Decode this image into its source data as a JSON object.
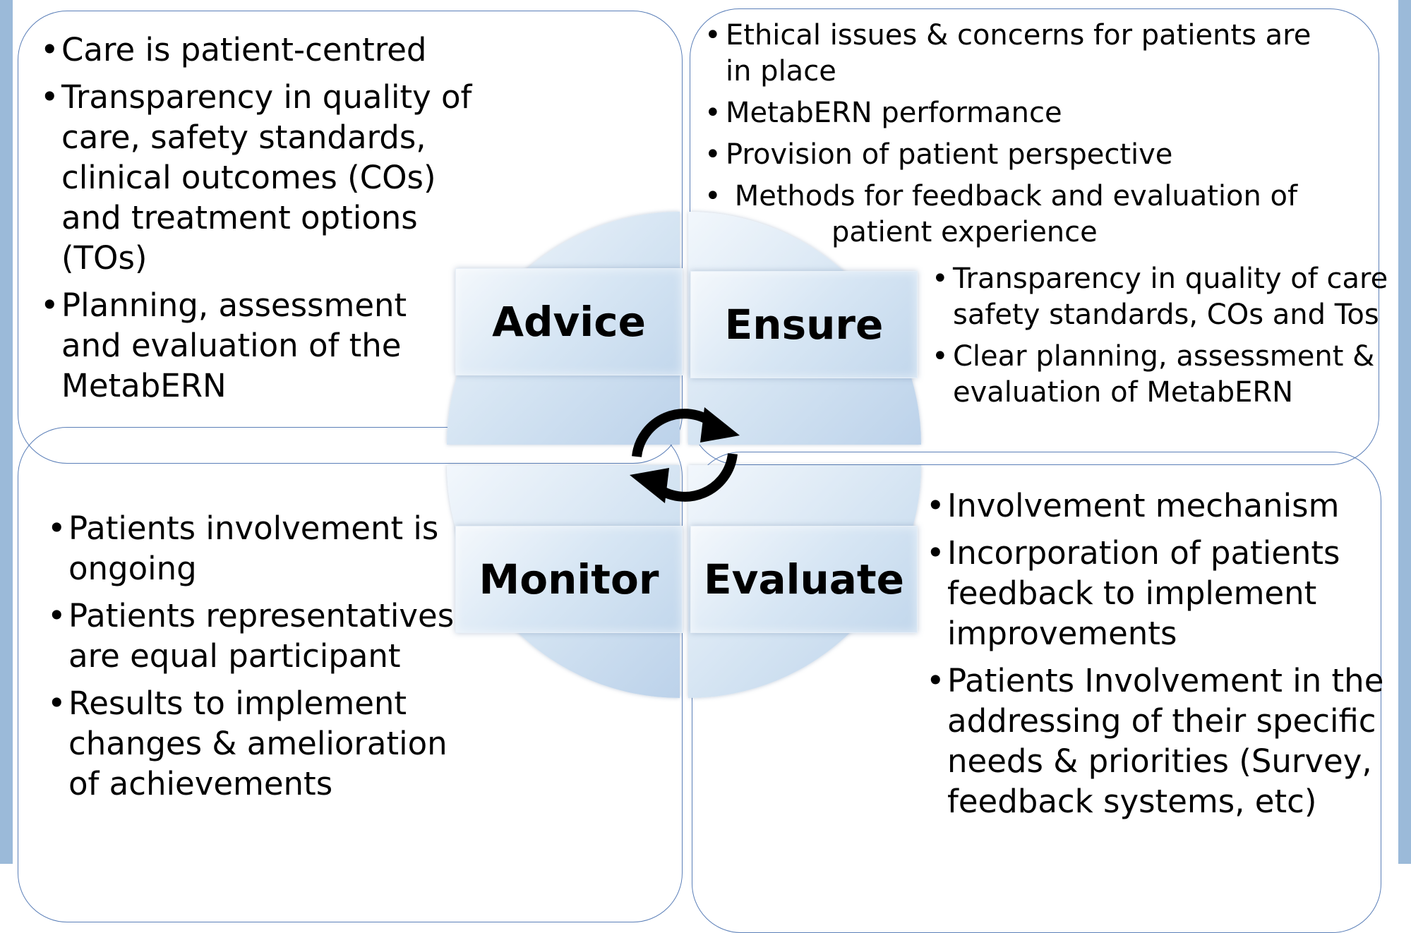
{
  "colors": {
    "panel_border": "#5b7fb8",
    "side_bar": "#9bbad9",
    "quadrant_light": "#f2f7fc",
    "quadrant_dark": "#bcd2ea"
  },
  "labels": {
    "advice": "Advice",
    "ensure": "Ensure",
    "monitor": "Monitor",
    "evaluate": "Evaluate"
  },
  "center_icon": "cycle-arrows-icon",
  "advice_panel": {
    "items": [
      "Care is patient-centred",
      "Transparency in quality of care, safety standards, clinical outcomes (COs) and treatment options (TOs)",
      "Planning, assessment and evaluation of the MetabERN"
    ]
  },
  "ensure_panel": {
    "items": [
      "Ethical issues & concerns for patients are in place",
      "MetabERN performance",
      "Provision of patient perspective"
    ],
    "methods_line1": " Methods for feedback and evaluation of",
    "methods_line2": "patient experience",
    "sub_items": [
      "Transparency in quality of care safety standards, COs and Tos",
      "Clear planning, assessment  & evaluation of MetabERN"
    ]
  },
  "monitor_panel": {
    "items": [
      "Patients involvement is ongoing",
      "Patients representatives are equal participant",
      "Results to implement changes & amelioration of achievements"
    ]
  },
  "evaluate_panel": {
    "items": [
      "Involvement mechanism",
      "Incorporation of patients feedback to implement improvements",
      "Patients Involvement in the addressing of their specific needs & priorities (Survey, feedback systems, etc)"
    ]
  }
}
